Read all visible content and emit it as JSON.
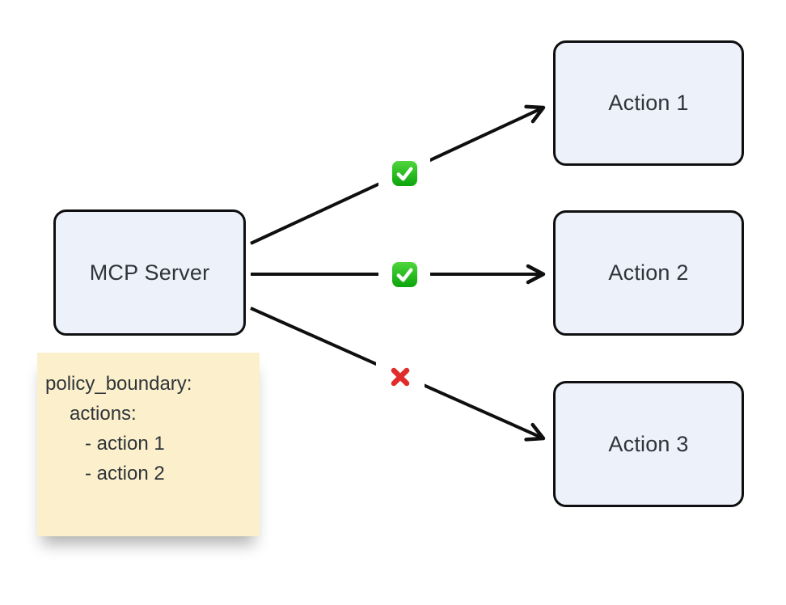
{
  "diagram": {
    "server": {
      "label": "MCP Server"
    },
    "actions": [
      {
        "label": "Action 1",
        "status": "allowed",
        "icon": "check-icon"
      },
      {
        "label": "Action 2",
        "status": "allowed",
        "icon": "check-icon"
      },
      {
        "label": "Action 3",
        "status": "denied",
        "icon": "cross-icon"
      }
    ],
    "note_lines": [
      "policy_boundary:",
      "actions:",
      "- action 1",
      "- action 2"
    ],
    "colors": {
      "node_fill": "#edf1fa",
      "node_border": "#0f0f0f",
      "arrow": "#0f0f0f",
      "note_fill": "#fcf0cc",
      "check_green": "#18ab18",
      "cross_red": "#e12c2c",
      "text": "#2f343a"
    }
  }
}
